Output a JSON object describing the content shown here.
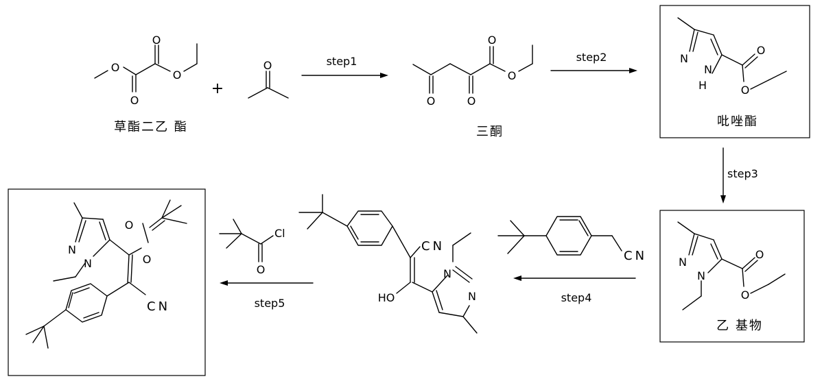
{
  "labels": {
    "plus": "+",
    "step1": "step1",
    "step2": "step2",
    "step3": "step3",
    "step4": "step4",
    "step5": "step5",
    "diethyl_oxalate": "草酯二乙 酯",
    "triketone": "三酮",
    "pyrazole_ester": "吡唑酯",
    "ethyl_product": "乙 基物"
  },
  "atoms": {
    "O": "O",
    "N": "N",
    "H": "H",
    "Cl": "Cl",
    "CN": "CN",
    "HO": "HO"
  }
}
